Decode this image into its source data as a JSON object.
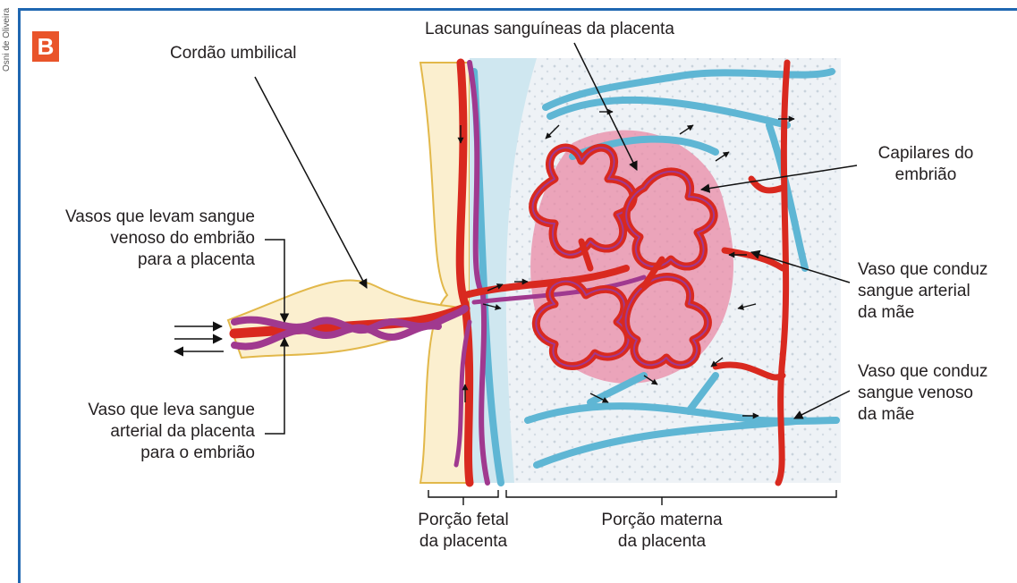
{
  "figure": {
    "badge": "B",
    "credit": "Osni de Oliveira"
  },
  "labels": {
    "cordao": "Cordão umbilical",
    "lacunas": "Lacunas sanguíneas da placenta",
    "capilares_line1": "Capilares do",
    "capilares_line2": "embrião",
    "vasos_venoso_line1": "Vasos que levam sangue",
    "vasos_venoso_line2": "venoso do embrião",
    "vasos_venoso_line3": "para a placenta",
    "vaso_arterial_line1": "Vaso que leva sangue",
    "vaso_arterial_line2": "arterial da placenta",
    "vaso_arterial_line3": "para o embrião",
    "mae_arterial_line1": "Vaso que conduz",
    "mae_arterial_line2": "sangue arterial",
    "mae_arterial_line3": "da mãe",
    "mae_venoso_line1": "Vaso que conduz",
    "mae_venoso_line2": "sangue venoso",
    "mae_venoso_line3": "da mãe",
    "fetal_line1": "Porção fetal",
    "fetal_line2": "da placenta",
    "materna_line1": "Porção materna",
    "materna_line2": "da placenta"
  },
  "colors": {
    "frame": "#1f67b1",
    "badge": "#e9542a",
    "artery": "#d9291f",
    "vein_fetal": "#a0398f",
    "vein_maternal": "#5fb6d4",
    "lacuna": "#e56f92"
  }
}
